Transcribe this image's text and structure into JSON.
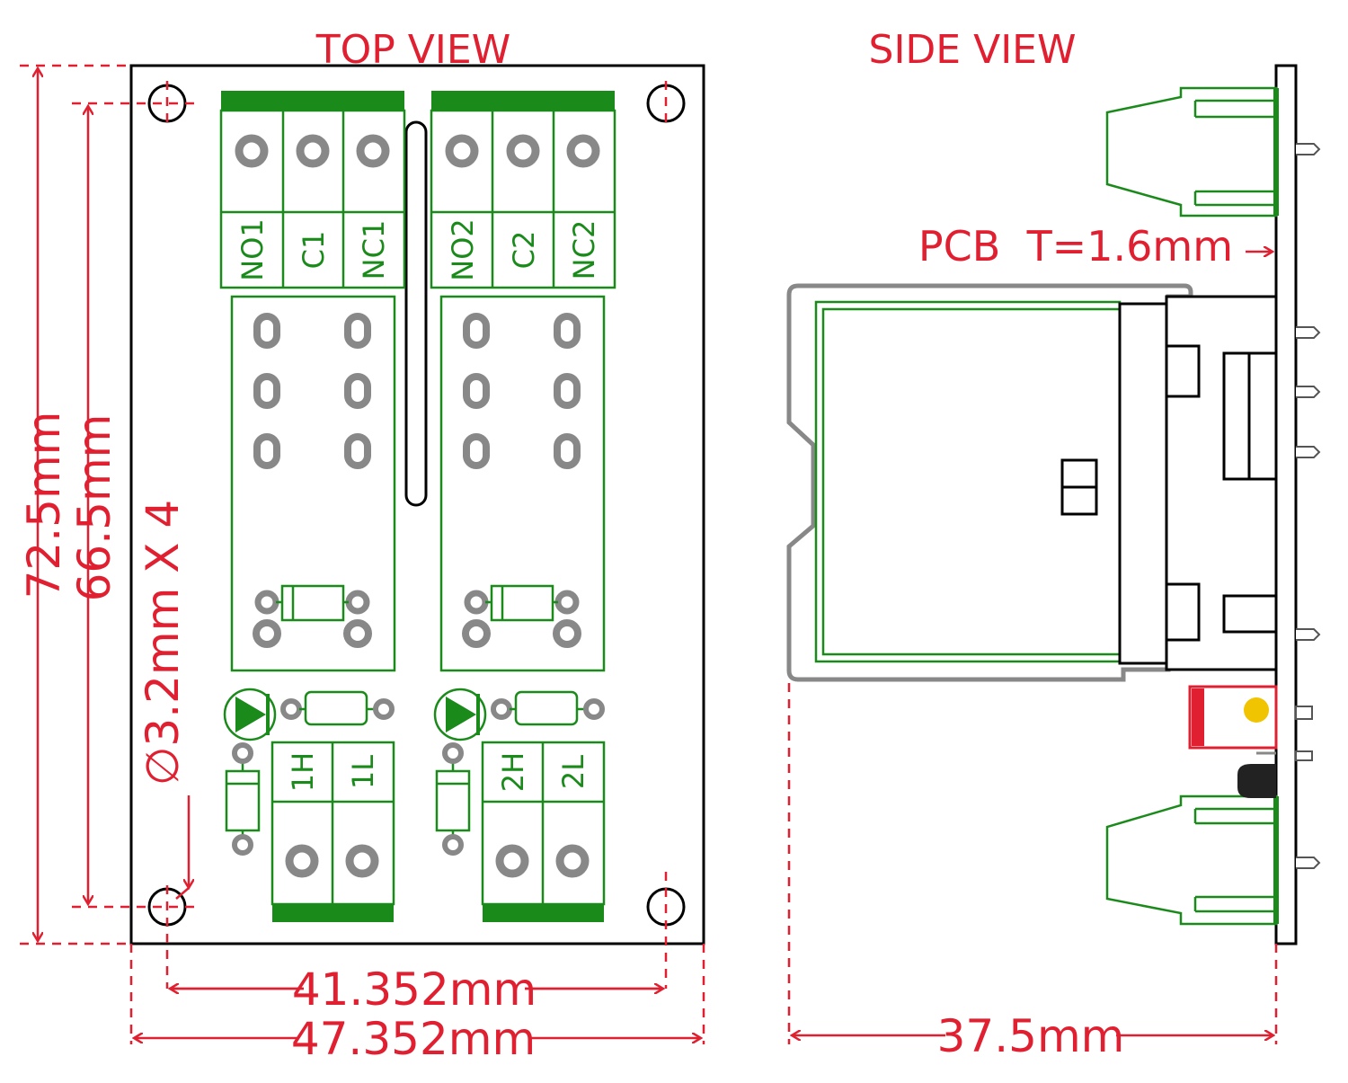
{
  "titles": {
    "top_view": "TOP VIEW",
    "side_view": "SIDE VIEW"
  },
  "dimensions": {
    "overall_height": "72.5mm",
    "hole_pitch_height": "66.5mm",
    "hole_diameter": "∅3.2mm X 4",
    "hole_pitch_width": "41.352mm",
    "overall_width": "47.352mm",
    "pcb_thickness": "PCB  T=1.6mm",
    "side_depth": "37.5mm"
  },
  "terminals": {
    "relay_contacts": [
      "NO1",
      "C1",
      "NC1",
      "NO2",
      "C2",
      "NC2"
    ],
    "coil_inputs": [
      "1H",
      "1L",
      "2H",
      "2L"
    ]
  },
  "colors": {
    "dimension": "#e02030",
    "terminal_green": "#1a8a1a",
    "pad_gray": "#888888",
    "led_yellow": "#f0c400"
  }
}
